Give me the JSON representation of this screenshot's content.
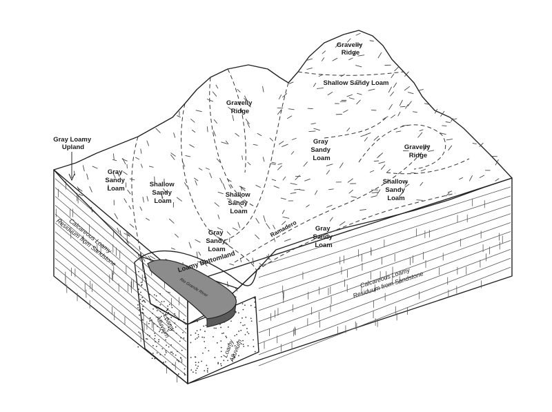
{
  "diagram": {
    "labels": {
      "gray_loamy_upland": [
        "Gray Loamy",
        "Upland"
      ],
      "gray_sandy_loam_left": [
        "Gray",
        "Sandy",
        "Loam"
      ],
      "shallow_sandy_loam_left": [
        "Shallow",
        "Sandy",
        "Loam"
      ],
      "gravelly_ridge_center": [
        "Gravelly",
        "Ridge"
      ],
      "shallow_sandy_loam_center": [
        "Shallow",
        "Sandy",
        "Loam"
      ],
      "gray_sandy_loam_center_low": [
        "Gray",
        "Sandy",
        "Loam"
      ],
      "gravelly_ridge_top": [
        "Gravelly",
        "Ridge"
      ],
      "shallow_sandy_loam_top": "Shallow Sandy Loam",
      "gray_sandy_loam_center_high": [
        "Gray",
        "Sandy",
        "Loam"
      ],
      "gravelly_ridge_right": [
        "Gravelly",
        "Ridge"
      ],
      "shallow_sandy_loam_right": [
        "Shallow",
        "Sandy",
        "Loam"
      ],
      "gray_sandy_loam_right_low": [
        "Gray",
        "Sandy",
        "Loam"
      ],
      "ramadero": "Ramadero",
      "loamy_bottomland": "Loamy Bottomland",
      "rio_grande_river": "Rio Grande River",
      "loamy_alluvium_left": [
        "Loamy",
        "Alluvium"
      ],
      "loamy_alluvium_right": [
        "Loamy",
        "Alluvium"
      ],
      "calcareous_left": [
        "Calcareous Loamy",
        "Residuum from Sandstone"
      ],
      "calcareous_right": [
        "Calcareous Loamy",
        "Residuum from Sandstone"
      ]
    },
    "colors": {
      "river": "#8c8c8c",
      "river_side": "#5a5a5a",
      "ink": "#222222",
      "background": "#ffffff"
    }
  }
}
